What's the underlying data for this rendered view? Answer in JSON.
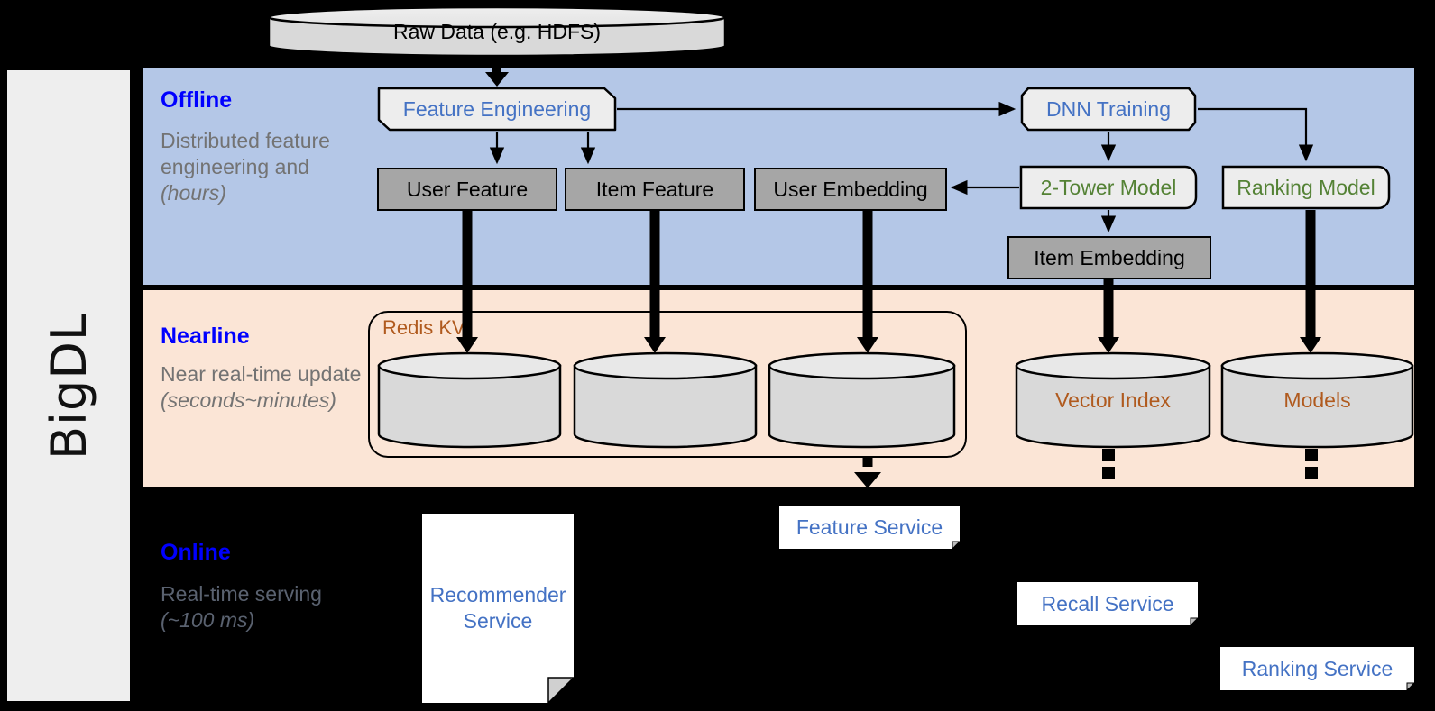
{
  "framework": {
    "name": "BigDL"
  },
  "source": {
    "label": "Raw Data (e.g. HDFS)"
  },
  "bands": [
    {
      "id": "offline",
      "title": "Offline",
      "description": "Distributed feature engineering and ",
      "description_emphasis": "(hours)",
      "background": "#b4c7e7"
    },
    {
      "id": "nearline",
      "title": "Nearline",
      "description": "Near real-time update ",
      "description_emphasis": "(seconds~minutes)",
      "background": "#fbe5d6"
    },
    {
      "id": "online",
      "title": "Online",
      "description": "Real-time serving ",
      "description_emphasis": "(~100 ms)",
      "background": "#000000"
    }
  ],
  "offline": {
    "feature_engineering": "Feature Engineering",
    "dnn_training": "DNN Training",
    "user_feature": "User Feature",
    "item_feature": "Item Feature",
    "user_embedding": "User Embedding",
    "two_tower_model": "2-Tower Model",
    "ranking_model": "Ranking Model",
    "item_embedding": "Item Embedding"
  },
  "nearline": {
    "redis_label": "Redis KV",
    "stores": [
      "",
      "",
      ""
    ],
    "vector_index": "Vector Index",
    "models": "Models"
  },
  "online": {
    "recommender_service": "Recommender\nService",
    "recommender_service_line1": "Recommender",
    "recommender_service_line2": "Service",
    "feature_service": "Feature Service",
    "recall_service": "Recall Service",
    "ranking_service": "Ranking Service"
  },
  "colors": {
    "offline_band": "#b4c7e7",
    "nearline_band": "#fbe5d6",
    "online_band": "#000000",
    "title_blue": "#0000ff",
    "caption_grey": "#737373",
    "node_blue": "#4472c4",
    "node_green": "#548235",
    "store_brown": "#b05a1e",
    "grey_box": "#a6a6a6",
    "proc_box": "#ededed",
    "rail_grey": "#eeeeee"
  }
}
